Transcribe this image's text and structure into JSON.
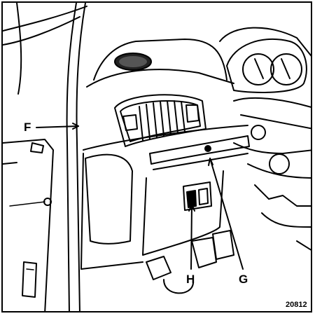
{
  "figure": {
    "reference_code": "20812",
    "callouts": [
      {
        "id": "F",
        "label": "F"
      },
      {
        "id": "G",
        "label": "G"
      },
      {
        "id": "H",
        "label": "H"
      }
    ]
  },
  "colors": {
    "line": "#000000",
    "background": "#ffffff"
  }
}
